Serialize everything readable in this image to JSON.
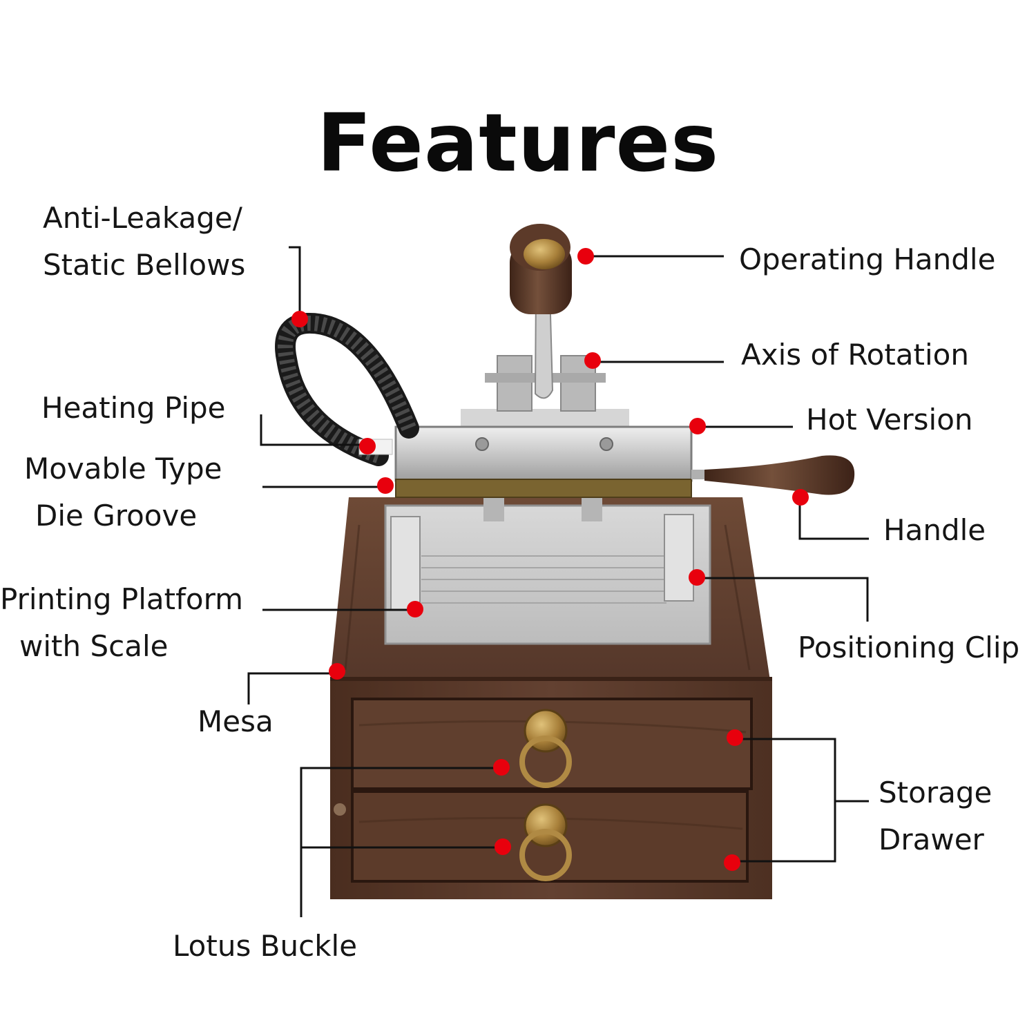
{
  "title": "Features",
  "colors": {
    "marker": "#e8000d",
    "leader": "#111111",
    "walnut": "#5b3a28",
    "steel": "#c9c9c9",
    "brass": "#a8803a"
  },
  "callouts": [
    {
      "id": "anti-leakage-static-bellows",
      "lines": [
        "Anti-Leakage/",
        "Static Bellows"
      ]
    },
    {
      "id": "heating-pipe",
      "lines": [
        "Heating Pipe"
      ]
    },
    {
      "id": "movable-type-die-groove",
      "lines": [
        "Movable Type",
        "Die Groove"
      ]
    },
    {
      "id": "printing-platform-with-scale",
      "lines": [
        "Printing Platform",
        "with Scale"
      ]
    },
    {
      "id": "mesa",
      "lines": [
        "Mesa"
      ]
    },
    {
      "id": "lotus-buckle",
      "lines": [
        "Lotus Buckle"
      ]
    },
    {
      "id": "operating-handle",
      "lines": [
        "Operating Handle"
      ]
    },
    {
      "id": "axis-of-rotation",
      "lines": [
        "Axis of Rotation"
      ]
    },
    {
      "id": "hot-version",
      "lines": [
        "Hot Version"
      ]
    },
    {
      "id": "handle",
      "lines": [
        "Handle"
      ]
    },
    {
      "id": "positioning-clip",
      "lines": [
        "Positioning Clip"
      ]
    },
    {
      "id": "storage-drawer",
      "lines": [
        "Storage",
        "Drawer"
      ]
    }
  ]
}
